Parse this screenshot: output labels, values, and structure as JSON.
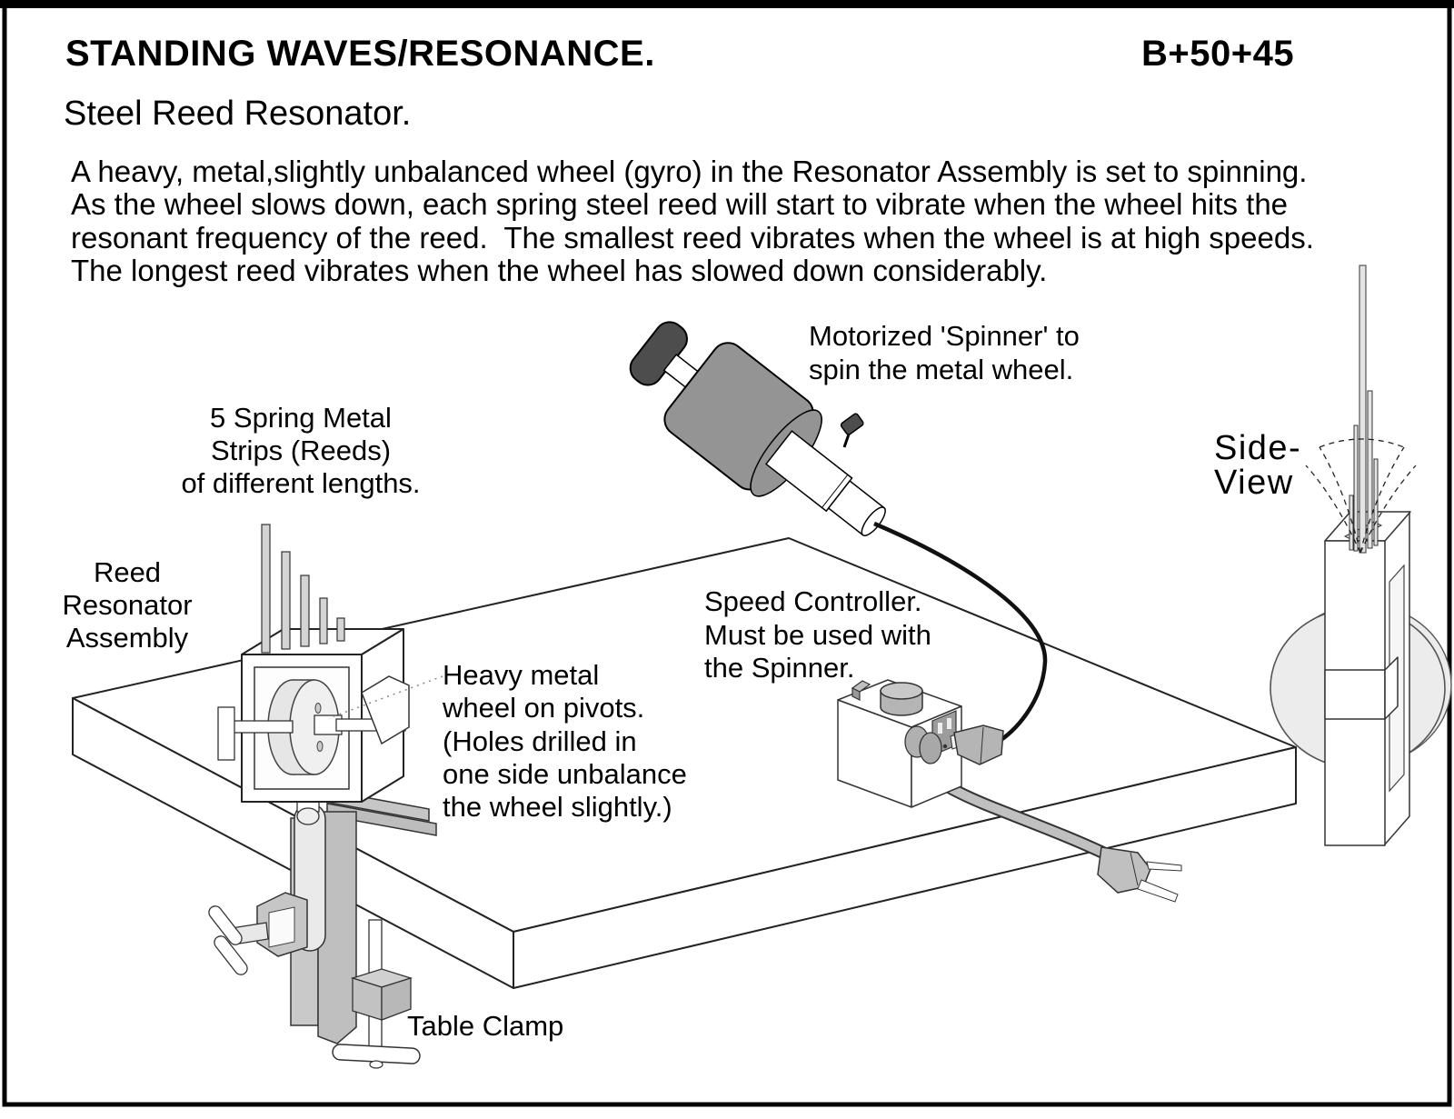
{
  "header": {
    "title": "STANDING WAVES/RESONANCE.",
    "catalog_number": "B+50+45",
    "subtitle": "Steel Reed Resonator."
  },
  "description": {
    "line1": "A heavy, metal,slightly unbalanced wheel (gyro) in the Resonator Assembly is set to spinning.",
    "line2": "As the wheel slows down, each spring steel reed will start to vibrate when the wheel hits the",
    "line3": "resonant frequency of the reed.  The smallest reed vibrates when the wheel is at high speeds.",
    "line4": "The longest reed vibrates when the wheel has slowed down considerably."
  },
  "labels": {
    "spinner": {
      "line1": "Motorized 'Spinner' to",
      "line2": "spin the metal wheel."
    },
    "reeds": {
      "line1": "5 Spring Metal",
      "line2": "Strips (Reeds)",
      "line3": "of different lengths."
    },
    "assembly": {
      "line1": "Reed",
      "line2": "Resonator",
      "line3": "Assembly"
    },
    "wheel": {
      "line1": "Heavy metal",
      "line2": "wheel on pivots.",
      "line3": "(Holes drilled in",
      "line4": "one side unbalance",
      "line5": "the wheel slightly.)"
    },
    "controller": {
      "line1": "Speed Controller.",
      "line2": "Must be used with",
      "line3": "the Spinner."
    },
    "table_clamp": "Table Clamp",
    "side_view": {
      "line1": "Side-",
      "line2": "View"
    }
  },
  "colors": {
    "ink": "#000000",
    "paper": "#ffffff",
    "dark_gray": "#4d4d4d",
    "motor_gray": "#949494",
    "mid_gray": "#b5b5b5",
    "clamp_gray": "#c6c6c6",
    "cord_gray": "#c0c0c0",
    "light_gray": "#e8e8e8"
  }
}
